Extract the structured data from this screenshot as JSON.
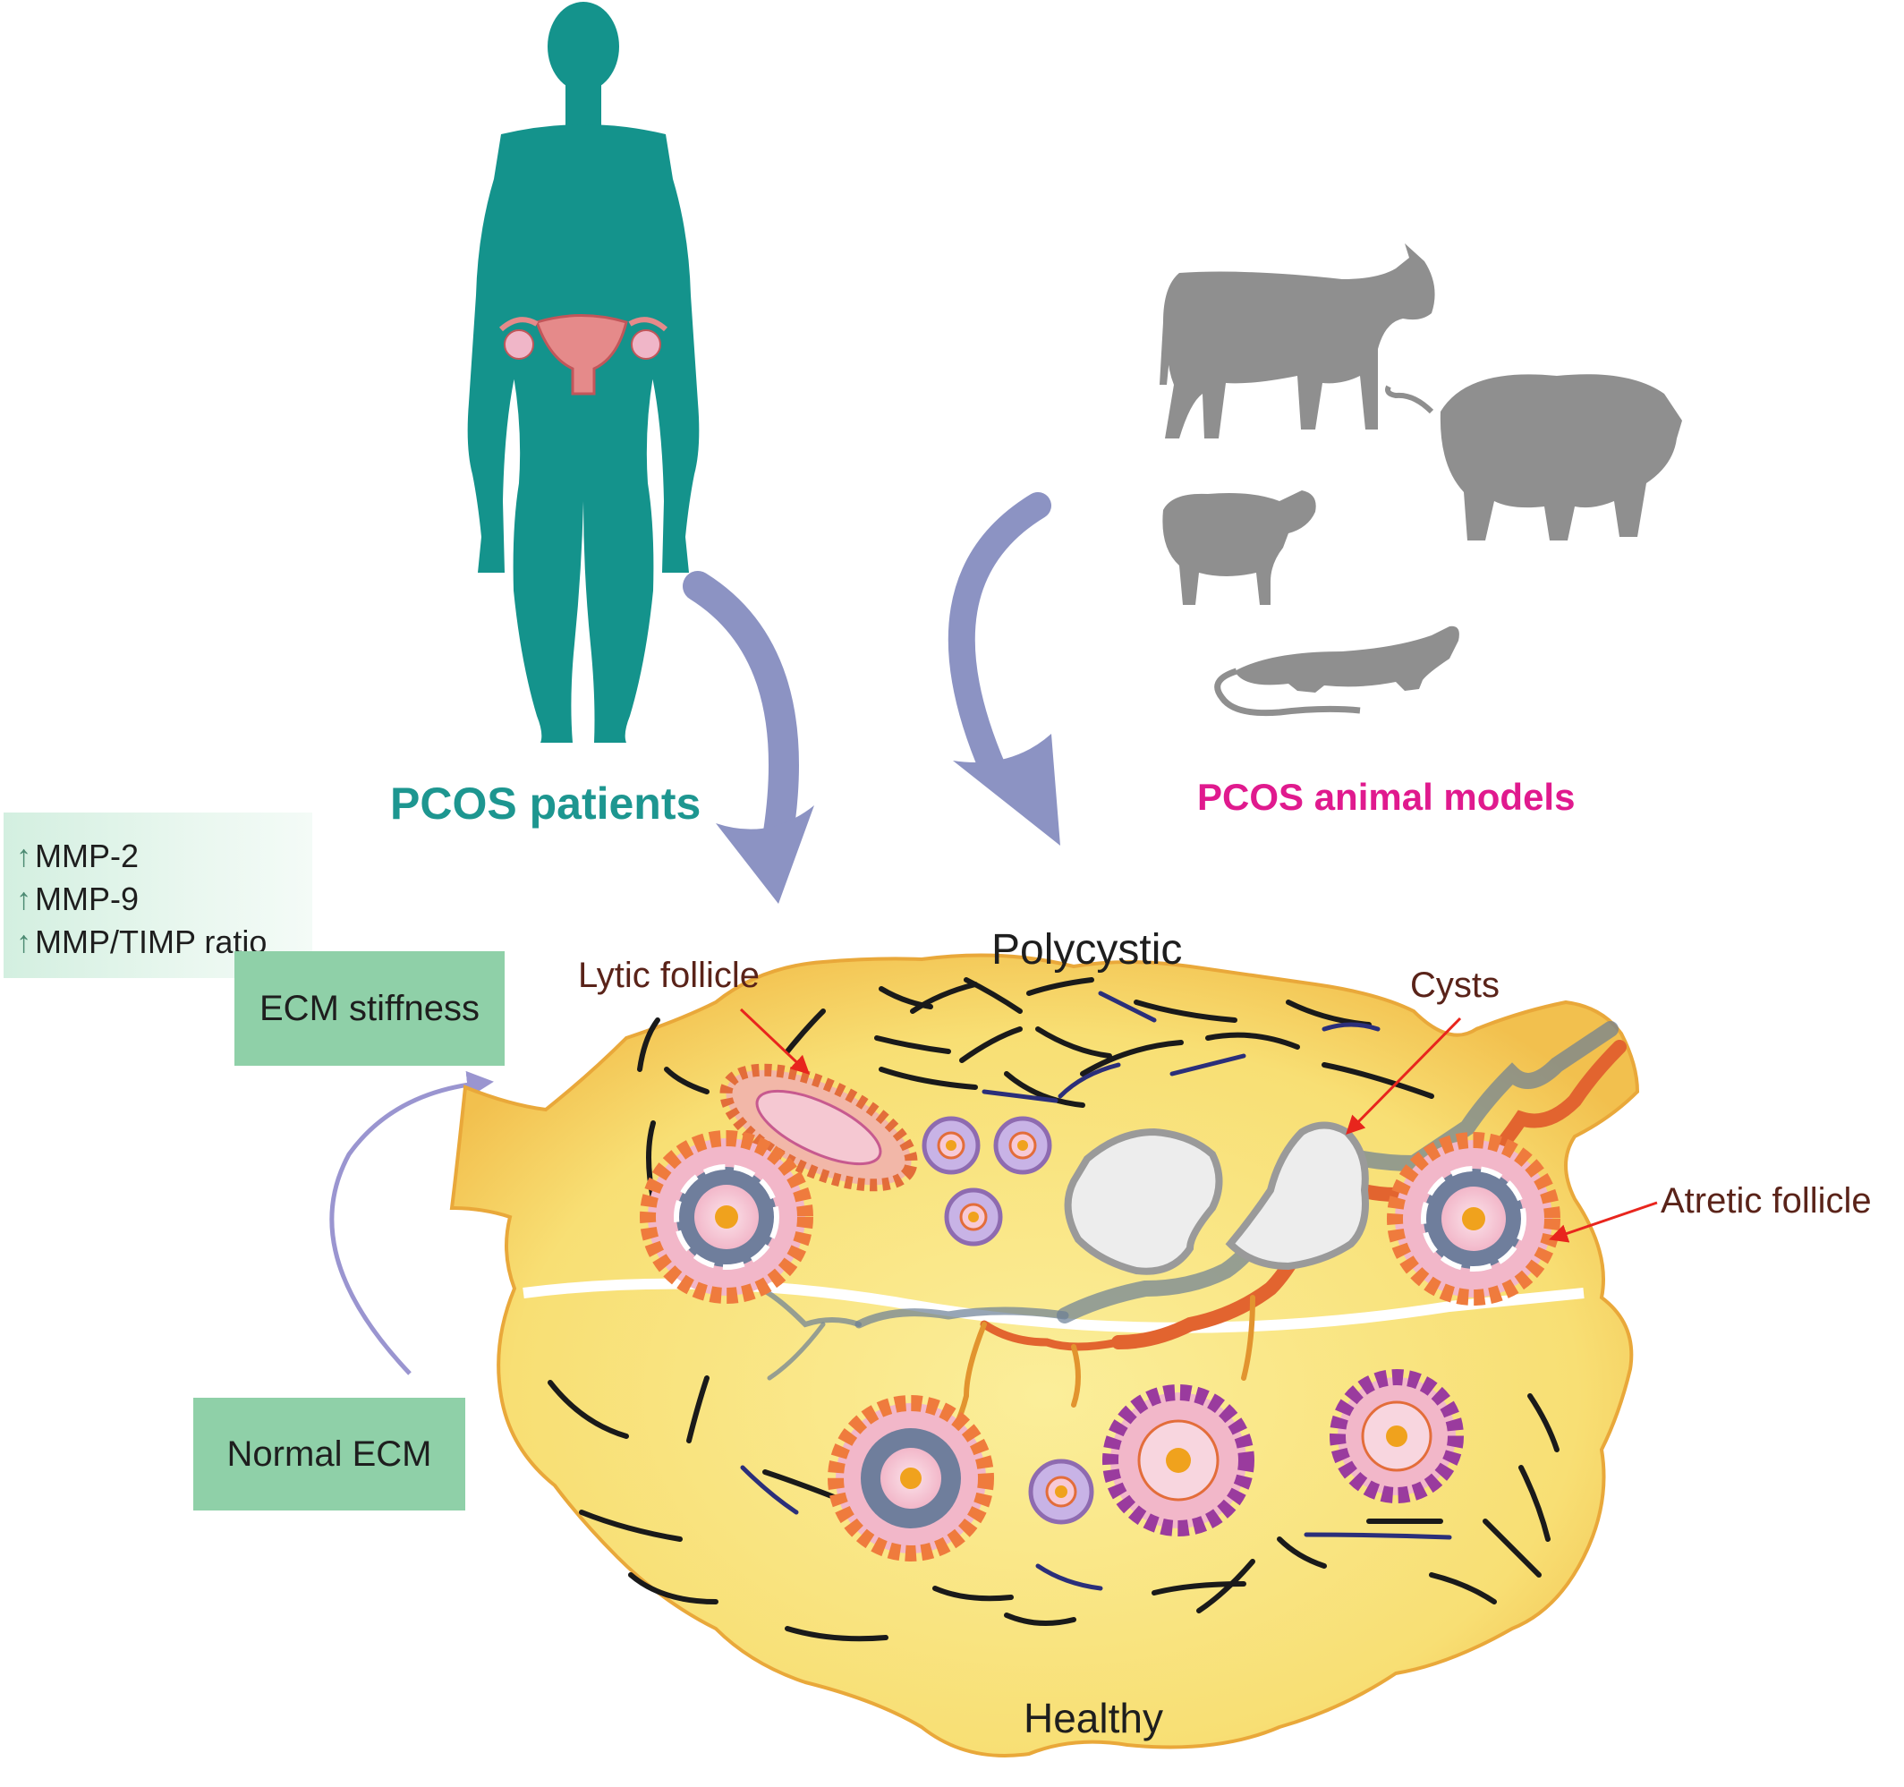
{
  "labels": {
    "patients": "PCOS patients",
    "animals": "PCOS animal models",
    "polycystic": "Polycystic",
    "healthy": "Healthy",
    "lytic_follicle": "Lytic follicle",
    "cysts": "Cysts",
    "atretic_follicle": "Atretic follicle"
  },
  "boxes": {
    "ecm_stiffness": "ECM stiffness",
    "normal_ecm": "Normal ECM"
  },
  "markers": [
    {
      "arrow": "↑",
      "text": "MMP-2"
    },
    {
      "arrow": "↑",
      "text": "MMP-9"
    },
    {
      "arrow": "↑",
      "text": "MMP/TIMP ratio"
    }
  ],
  "colors": {
    "human_figure": "#14938c",
    "animal_silhouettes": "#8f8f8f",
    "curved_arrows": "#8c93c3",
    "ovary_fill": "#f9e47f",
    "ovary_edge": "#f0b945",
    "box_green": "#8fd0a8",
    "pointer_red": "#e8251d"
  },
  "icons": [
    "human-silhouette",
    "uterus-icon",
    "cow-icon",
    "pig-icon",
    "sheep-icon",
    "rat-icon"
  ]
}
